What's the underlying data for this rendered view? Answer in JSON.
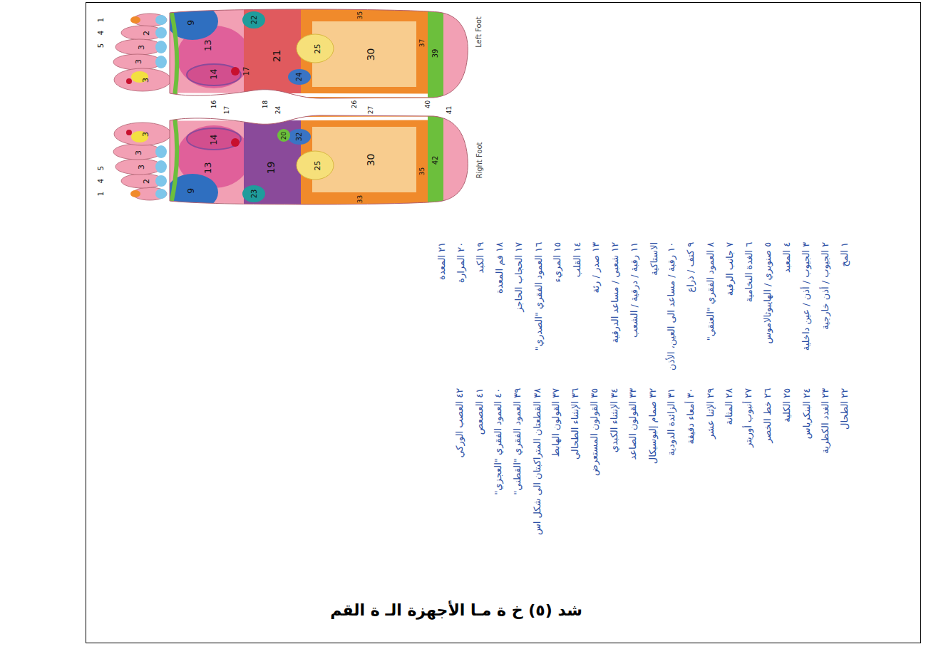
{
  "diagram": {
    "caption": "شد (٥) خ ة مـا الأجهزة الـ ة القم",
    "labels": [
      "1",
      "4",
      "5",
      "2",
      "3",
      "3",
      "3",
      "9",
      "13",
      "14",
      "17",
      "22",
      "21",
      "25",
      "24",
      "35",
      "30",
      "37",
      "39",
      "16",
      "18",
      "26",
      "40",
      "1",
      "4",
      "5",
      "2",
      "3",
      "3",
      "3",
      "9",
      "13",
      "14",
      "19",
      "23",
      "20",
      "25",
      "32",
      "33",
      "30",
      "35",
      "42",
      "17",
      "24",
      "27",
      "41",
      "Left Foot",
      "Right Foot",
      "١ المخ",
      "٢ الجيوب / أذن خارجية",
      "٣ الجيوب / أذن / عين داخلية",
      "٤ المعبد",
      "٥ صنوبري / الهايبوثالاموس",
      "٦ الغدة النخامية",
      "٧ جانب الرقبة",
      "٨ العمود الفقري \"العنقي\"",
      "٩ كتف / ذراع",
      "١٠ رقبة / مساعد الى العين، الأذن",
      "الاستاكية",
      "١١ رقبة / درقية / الشعب",
      "١٢ شعبي / مساعد الدرقية",
      "١٣ صدر / رئة",
      "١٤ القلب",
      "١٥ المريء",
      "١٦ العمود الفقري \"الصدري\"",
      "١٧ الحجاب الحاجز",
      "١٨ فم المعدة",
      "١٩ الكبد",
      "٢٠ المرارة",
      "٢١ المعدة",
      "٢٢ الطحال",
      "٢٣ الغدد الكظرية",
      "٢٤ البنكرياس",
      "٢٥ الكلية",
      "٢٦ خط الخصر",
      "٢٧ أنبوب أوريتر",
      "٢٨ المثانة",
      "٢٩ الإثنا عشر",
      "٣٠ أمعاء دقيقة",
      "٣١ الزائدة الدودية",
      "٣٢ صمام إليوسيكال",
      "٣٣ القولون الصاعد",
      "٣٤ الإنثناء الكبدي",
      "٣٥ القولون المستعرض",
      "٣٦ الإنثناء الطحالي",
      "٣٧ القولون الهابط",
      "٣٨ القطعتان المتراكبتان الى شكل اس",
      "٣٩ العمود الفقري \"القطني\"",
      "٤٠ العمود الفقري \"العجزي\"",
      "٤١ العصعص",
      "٤٢ العصب الوركي"
    ]
  }
}
